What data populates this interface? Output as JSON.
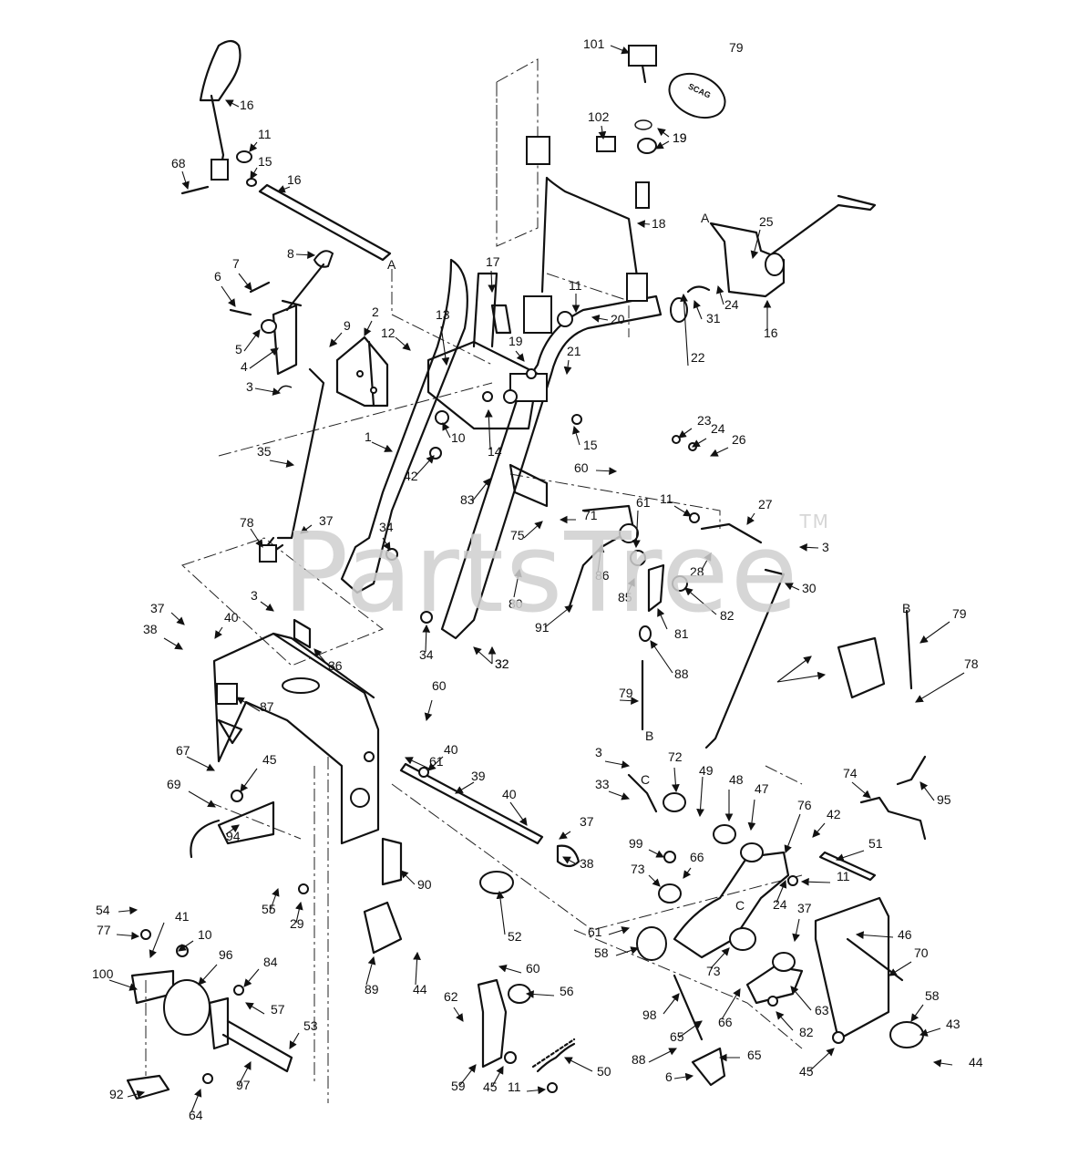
{
  "watermark": {
    "text": "PartsTree",
    "tm": "TM"
  },
  "key_tag_text": "SCAG",
  "reference_letters": [
    "A",
    "B",
    "C"
  ],
  "callouts": [
    "1",
    "2",
    "3",
    "4",
    "5",
    "6",
    "7",
    "8",
    "9",
    "10",
    "11",
    "12",
    "13",
    "14",
    "15",
    "16",
    "17",
    "18",
    "19",
    "20",
    "21",
    "22",
    "23",
    "24",
    "25",
    "26",
    "27",
    "28",
    "29",
    "30",
    "31",
    "32",
    "33",
    "34",
    "35",
    "36",
    "37",
    "38",
    "39",
    "40",
    "41",
    "42",
    "43",
    "44",
    "45",
    "46",
    "47",
    "48",
    "49",
    "50",
    "51",
    "52",
    "53",
    "54",
    "55",
    "56",
    "57",
    "58",
    "59",
    "60",
    "61",
    "62",
    "63",
    "64",
    "65",
    "66",
    "67",
    "68",
    "69",
    "70",
    "71",
    "72",
    "73",
    "74",
    "75",
    "76",
    "77",
    "78",
    "79",
    "80",
    "81",
    "82",
    "83",
    "84",
    "85",
    "86",
    "87",
    "88",
    "89",
    "90",
    "91",
    "92",
    "94",
    "95",
    "96",
    "97",
    "98",
    "99",
    "100",
    "101",
    "102"
  ]
}
